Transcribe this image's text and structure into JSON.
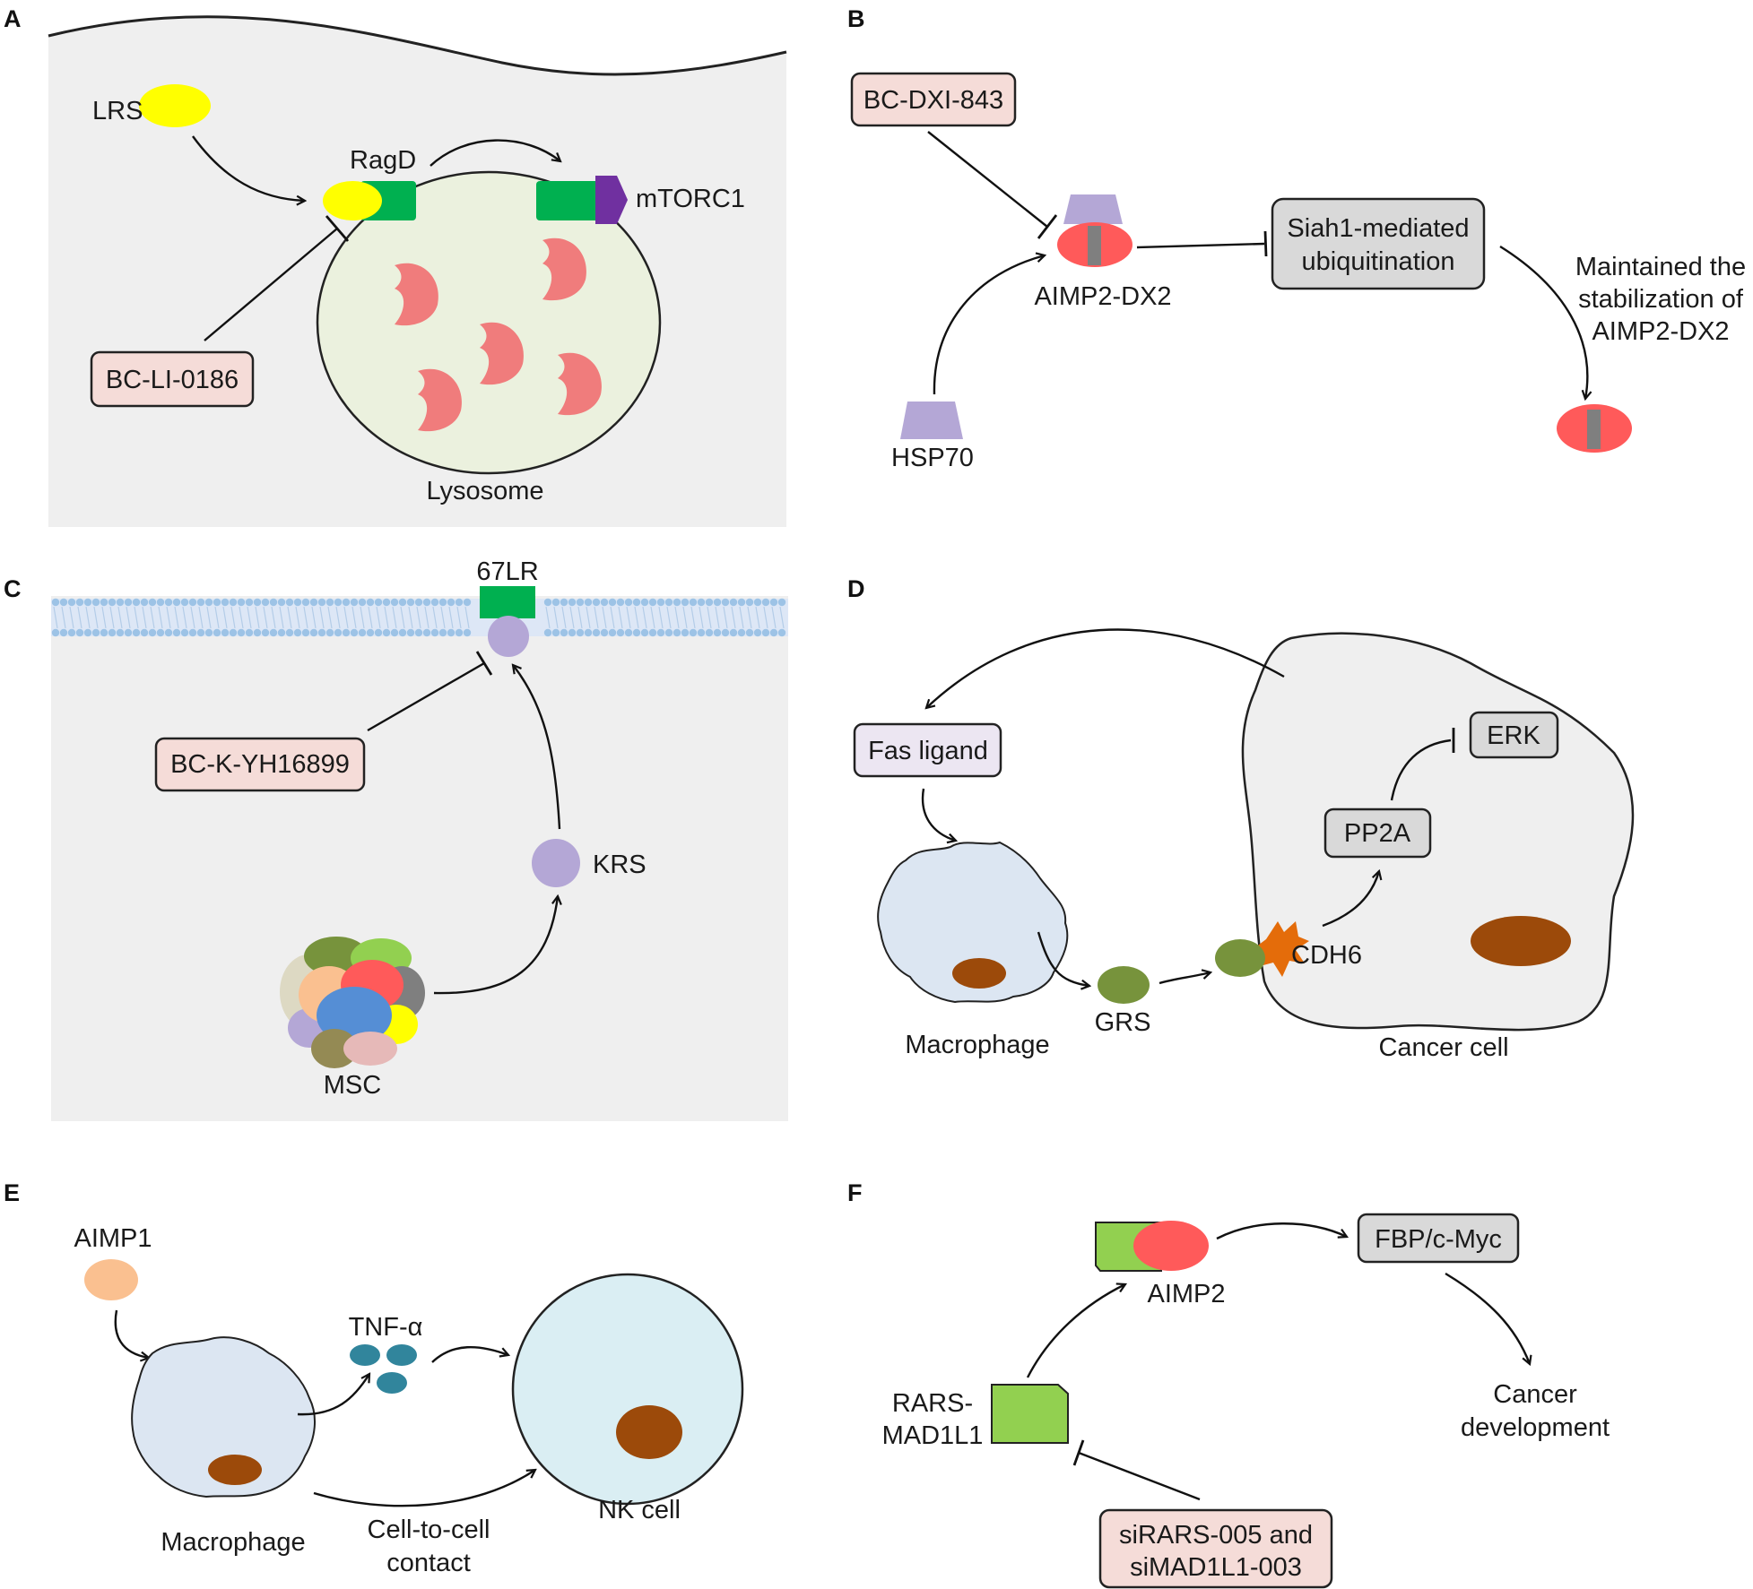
{
  "panels": {
    "A": {
      "letter": "A",
      "lrs": "LRS",
      "ragd": "RagD",
      "mtorc1": "mTORC1",
      "inhibitor": "BC-LI-0186",
      "lysosome": "Lysosome"
    },
    "B": {
      "letter": "B",
      "inhibitor": "BC-DXI-843",
      "aimp2_dx2": "AIMP2-DX2",
      "hsp70": "HSP70",
      "siah_line1": "Siah1-mediated",
      "siah_line2": "ubiquitination",
      "note_line1": "Maintained the",
      "note_line2": "stabilization of",
      "note_line3": "AIMP2-DX2"
    },
    "C": {
      "letter": "C",
      "receptor": "67LR",
      "inhibitor": "BC-K-YH16899",
      "krs": "KRS",
      "msc": "MSC"
    },
    "D": {
      "letter": "D",
      "fas": "Fas ligand",
      "erk": "ERK",
      "pp2a": "PP2A",
      "cdh6": "CDH6",
      "grs": "GRS",
      "macrophage": "Macrophage",
      "cancer_cell": "Cancer cell"
    },
    "E": {
      "letter": "E",
      "aimp1": "AIMP1",
      "tnf": "TNF-α",
      "macrophage": "Macrophage",
      "contact_line1": "Cell-to-cell",
      "contact_line2": "contact",
      "nk_cell": "NK cell"
    },
    "F": {
      "letter": "F",
      "aimp2": "AIMP2",
      "fbp": "FBP/c-Myc",
      "rars_line1": "RARS-",
      "rars_line2": "MAD1L1",
      "si_line1": "siRARS-005 and",
      "si_line2": "siMAD1L1-003",
      "outcome_line1": "Cancer",
      "outcome_line2": "development"
    }
  },
  "colors": {
    "panel_bg": "#efefef",
    "drug_box": "#f5dcd8",
    "gray_box": "#d9d9d9",
    "fas_box": "#ece6f2",
    "green": "#00b050",
    "yellow": "#ffff00",
    "purple": "#7030a0",
    "lavender": "#b4a7d6",
    "salmon": "#f07c7c",
    "red_oval": "#ff5a5a",
    "cell_blue": "#dce6f2",
    "nucleus": "#9c4a0a",
    "grs_green": "#77933c",
    "orange": "#e46c0a",
    "teal": "#31859c",
    "peach": "#fac090",
    "light_green": "#92d050"
  }
}
